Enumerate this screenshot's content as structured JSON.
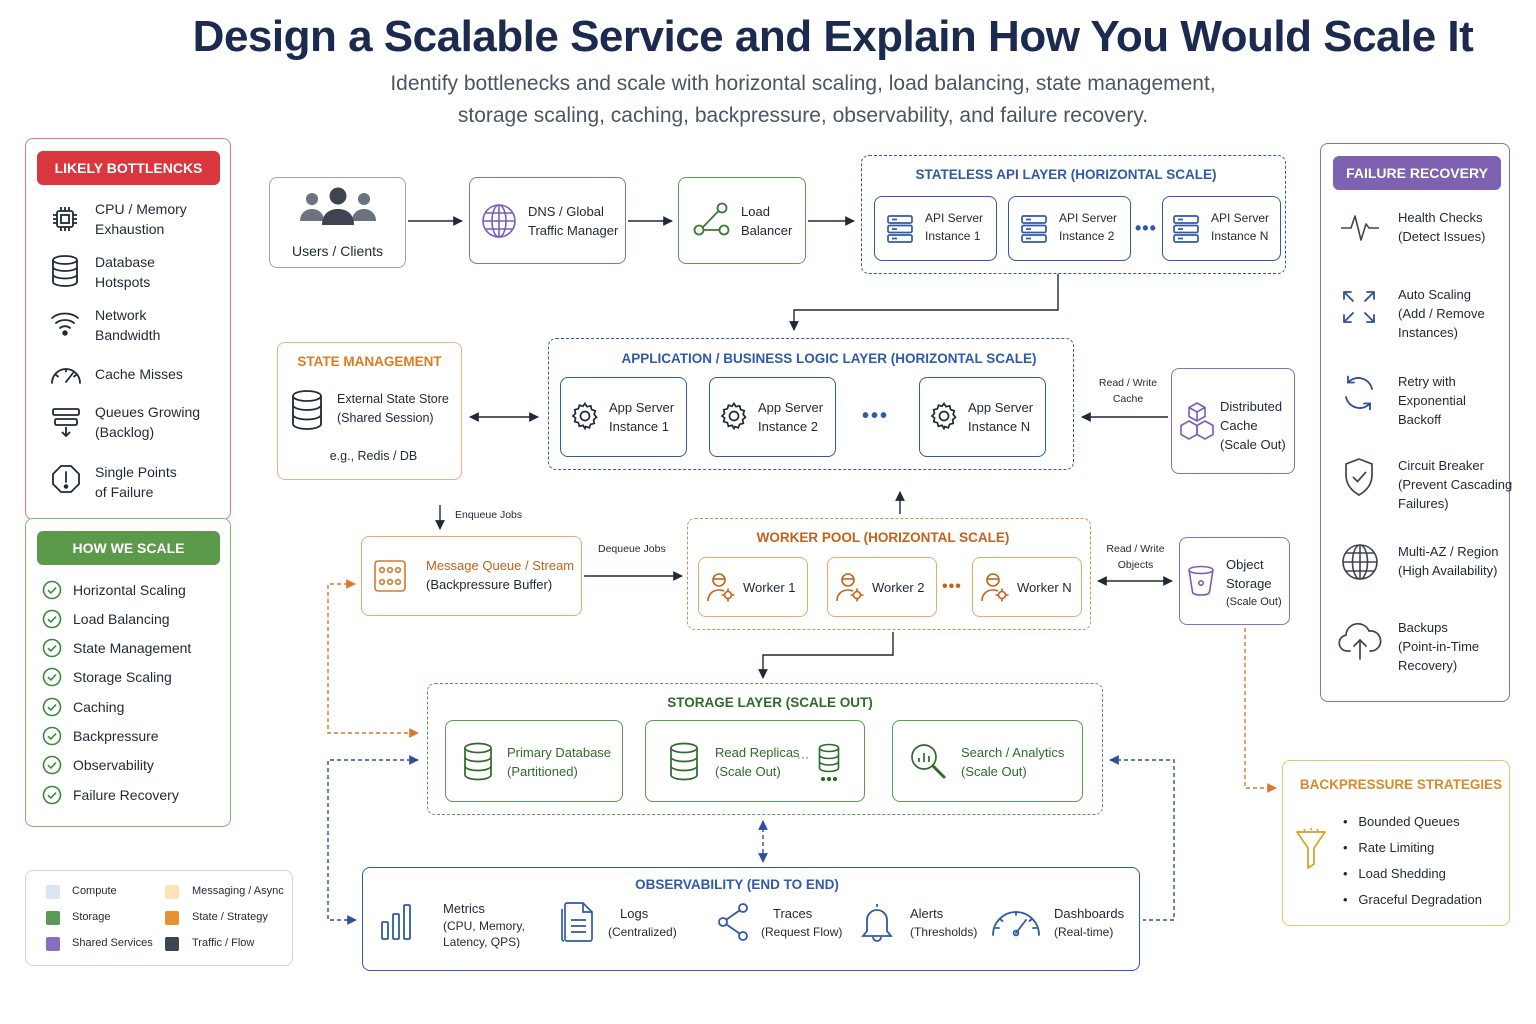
{
  "title": "Design a Scalable Service and Explain How You Would Scale It",
  "subtitle_line1": "Identify bottlenecks and scale with horizontal scaling, load balancing, state management,",
  "subtitle_line2": "storage scaling, caching, backpressure, observability, and failure recovery.",
  "colors": {
    "compute": "#2f5aa8",
    "storage": "#4a8a3c",
    "shared": "#7c5cb8",
    "messaging": "#d98a2b",
    "red": "#d9363e",
    "green": "#5a9a4a",
    "purple": "#7c62b0",
    "amber": "#e0a130"
  },
  "bottlenecks": {
    "header": "LIKELY BOTTLENCKS",
    "items": [
      {
        "l1": "CPU / Memory",
        "l2": "Exhaustion",
        "icon": "cpu-icon"
      },
      {
        "l1": "Database",
        "l2": "Hotspots",
        "icon": "database-icon"
      },
      {
        "l1": "Network",
        "l2": "Bandwidth",
        "icon": "wifi-icon"
      },
      {
        "l1": "Cache Misses",
        "l2": "",
        "icon": "gauge-icon"
      },
      {
        "l1": "Queues Growing",
        "l2": "(Backlog)",
        "icon": "queue-icon"
      },
      {
        "l1": "Single Points",
        "l2": "of Failure",
        "icon": "alert-icon"
      }
    ]
  },
  "how_we_scale": {
    "header": "HOW WE SCALE",
    "items": [
      "Horizontal Scaling",
      "Load Balancing",
      "State Management",
      "Storage Scaling",
      "Caching",
      "Backpressure",
      "Observability",
      "Failure Recovery"
    ]
  },
  "legend": {
    "compute": "Compute",
    "storage": "Storage",
    "shared": "Shared Services",
    "messaging": "Messaging / Async",
    "state": "State / Strategy",
    "traffic": "Traffic / Flow"
  },
  "users": {
    "label": "Users / Clients"
  },
  "dns": {
    "l1": "DNS / Global",
    "l2": "Traffic Manager"
  },
  "lb": {
    "l1": "Load",
    "l2": "Balancer"
  },
  "api_layer": {
    "title": "STATELESS API LAYER (HORIZONTAL SCALE)",
    "instances": [
      {
        "l1": "API Server",
        "l2": "Instance 1"
      },
      {
        "l1": "API Server",
        "l2": "Instance 2"
      },
      {
        "l1": "API Server",
        "l2": "Instance N"
      }
    ]
  },
  "state_mgmt": {
    "title": "STATE MANAGEMENT",
    "l1": "External State Store",
    "l2": "(Shared Session)",
    "l3": "e.g., Redis / DB"
  },
  "app_layer": {
    "title": "APPLICATION / BUSINESS LOGIC LAYER (HORIZONTAL SCALE)",
    "instances": [
      {
        "l1": "App Server",
        "l2": "Instance 1"
      },
      {
        "l1": "App Server",
        "l2": "Instance 2"
      },
      {
        "l1": "App Server",
        "l2": "Instance N"
      }
    ]
  },
  "cache": {
    "l1": "Distributed",
    "l2": "Cache",
    "l3": "(Scale Out)",
    "arrow_l1": "Read / Write",
    "arrow_l2": "Cache"
  },
  "enqueue": "Enqueue Jobs",
  "dequeue": "Dequeue Jobs",
  "mq": {
    "l1": "Message Queue / Stream",
    "l2": "(Backpressure Buffer)"
  },
  "worker_pool": {
    "title": "WORKER POOL (HORIZONTAL SCALE)",
    "workers": [
      "Worker 1",
      "Worker 2",
      "Worker N"
    ]
  },
  "object_storage": {
    "l1": "Object",
    "l2": "Storage",
    "l3": "(Scale Out)",
    "arrow_l1": "Read / Write",
    "arrow_l2": "Objects"
  },
  "storage_layer": {
    "title": "STORAGE LAYER (SCALE OUT)",
    "items": [
      {
        "l1": "Primary Database",
        "l2": "(Partitioned)"
      },
      {
        "l1": "Read Replicas",
        "l2": "(Scale Out)"
      },
      {
        "l1": "Search / Analytics",
        "l2": "(Scale Out)"
      }
    ]
  },
  "observability": {
    "title": "OBSERVABILITY (END TO END)",
    "items": [
      {
        "l1": "Metrics",
        "l2": "(CPU, Memory,",
        "l3": "Latency, QPS)"
      },
      {
        "l1": "Logs",
        "l2": "(Centralized)",
        "l3": ""
      },
      {
        "l1": "Traces",
        "l2": "(Request Flow)",
        "l3": ""
      },
      {
        "l1": "Alerts",
        "l2": "(Thresholds)",
        "l3": ""
      },
      {
        "l1": "Dashboards",
        "l2": "(Real-time)",
        "l3": ""
      }
    ]
  },
  "failure_recovery": {
    "header": "FAILURE RECOVERY",
    "items": [
      {
        "l1": "Health Checks",
        "l2": "(Detect Issues)",
        "l3": ""
      },
      {
        "l1": "Auto Scaling",
        "l2": "(Add / Remove",
        "l3": "Instances)"
      },
      {
        "l1": "Retry with",
        "l2": "Exponential",
        "l3": "Backoff"
      },
      {
        "l1": "Circuit Breaker",
        "l2": "(Prevent Cascading",
        "l3": "Failures)"
      },
      {
        "l1": "Multi-AZ / Region",
        "l2": "(High Availability)",
        "l3": ""
      },
      {
        "l1": "Backups",
        "l2": "(Point-in-Time",
        "l3": "Recovery)"
      }
    ]
  },
  "backpressure": {
    "header": "BACKPRESSURE STRATEGIES",
    "items": [
      "Bounded Queues",
      "Rate Limiting",
      "Load Shedding",
      "Graceful Degradation"
    ]
  }
}
